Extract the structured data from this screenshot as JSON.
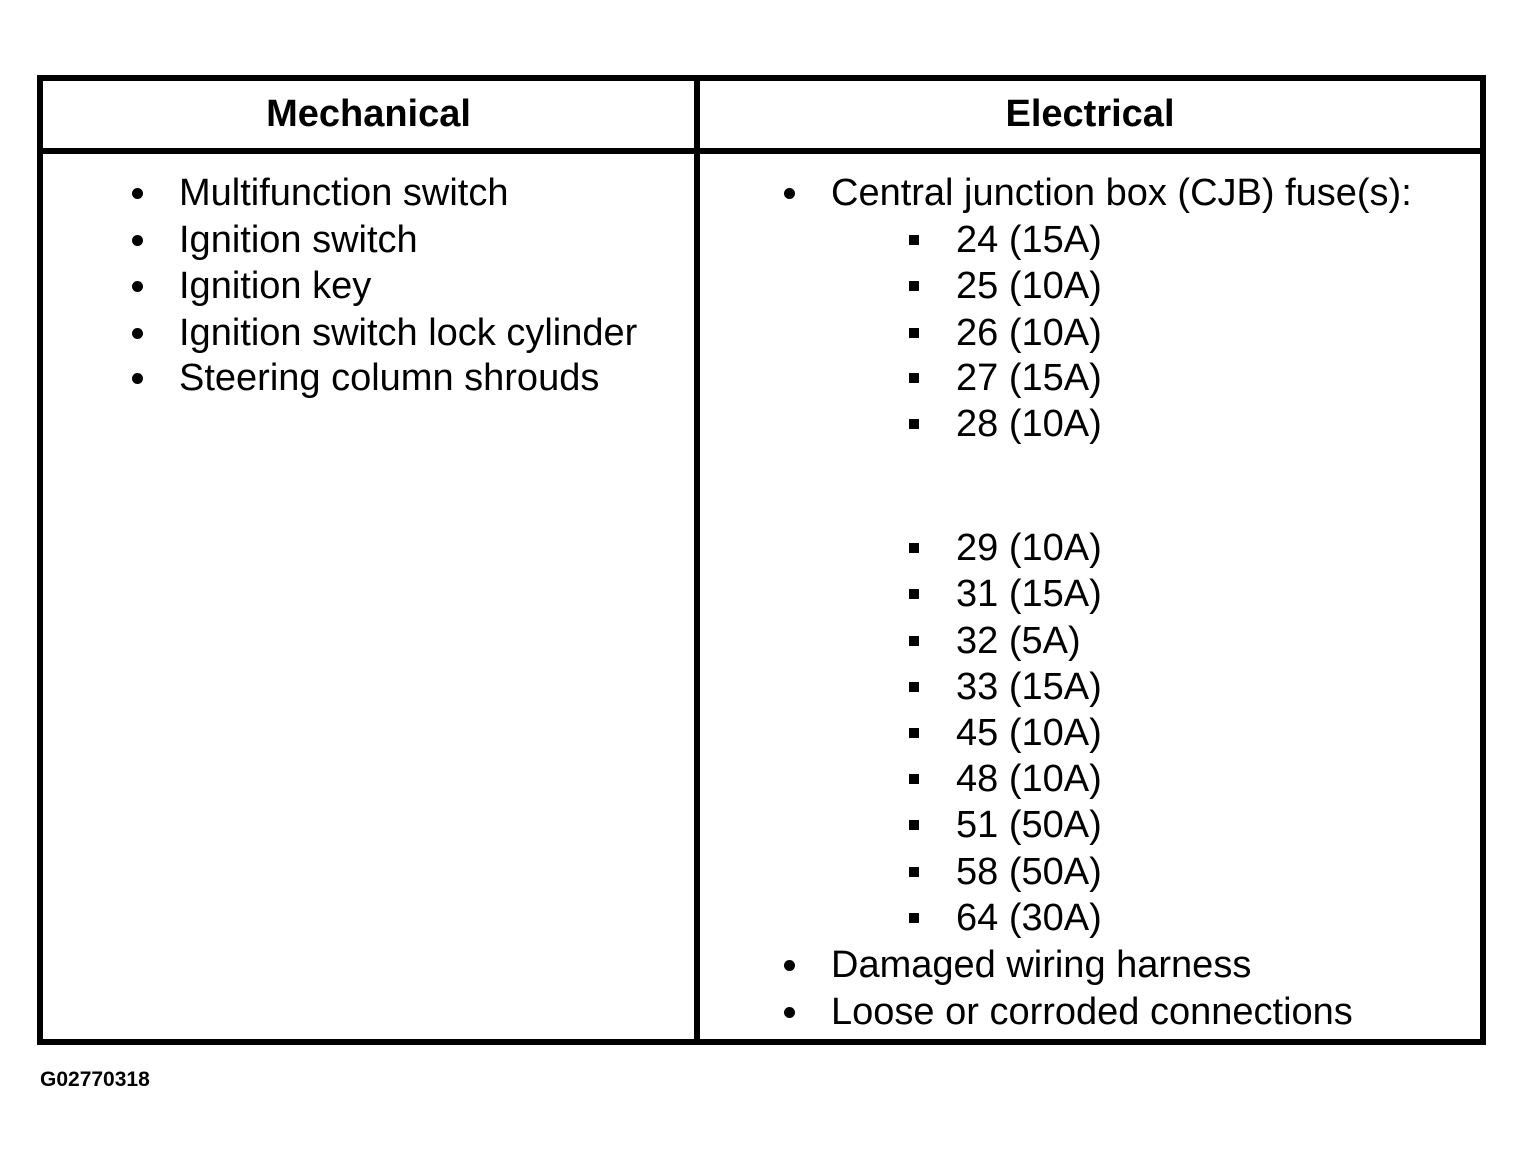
{
  "table": {
    "headers": {
      "mechanical": "Mechanical",
      "electrical": "Electrical"
    },
    "mechanical_items": [
      "Multifunction switch",
      "Ignition switch",
      "Ignition key",
      "Ignition switch lock cylinder",
      "Steering column shrouds"
    ],
    "electrical": {
      "cjb_label": "Central junction box (CJB) fuse(s):",
      "fuses_group_1": [
        "24 (15A)",
        "25 (10A)",
        "26 (10A)",
        "27 (15A)",
        "28 (10A)"
      ],
      "fuses_group_2": [
        "29 (10A)",
        "31 (15A)",
        "32 (5A)",
        "33 (15A)",
        "45 (10A)",
        "48 (10A)",
        "51 (50A)",
        "58 (50A)",
        "64 (30A)"
      ],
      "other_items": [
        "Damaged wiring harness",
        "Loose or corroded connections"
      ]
    }
  },
  "footer": {
    "code": "G02770318"
  }
}
